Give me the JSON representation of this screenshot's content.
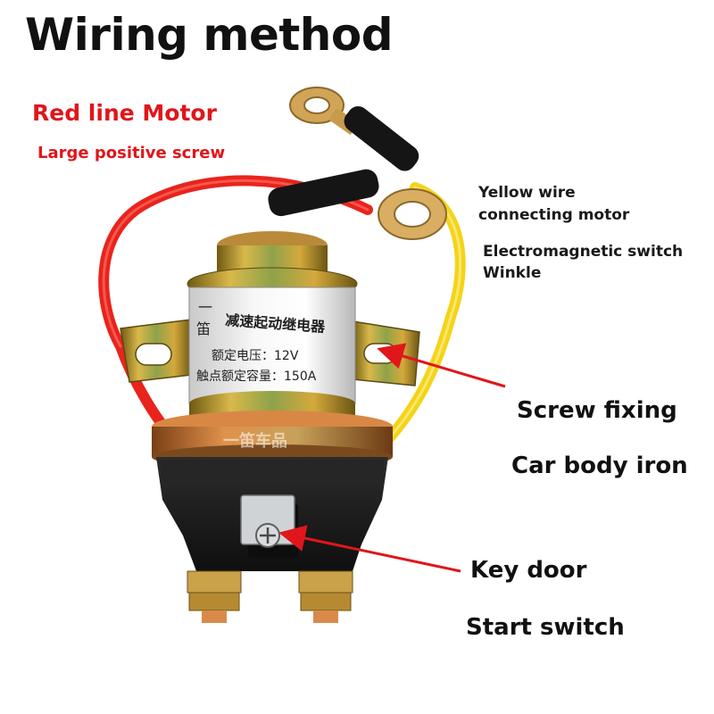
{
  "title": "Wiring method",
  "labels": {
    "red_line_motor": "Red line Motor",
    "large_positive_screw": "Large positive screw",
    "yellow_wire_line1": "Yellow wire",
    "yellow_wire_line2": "connecting motor",
    "electromagnetic_line1": "Electromagnetic switch",
    "electromagnetic_line2": "Winkle",
    "screw_fixing": "Screw fixing",
    "car_body_iron": "Car body iron",
    "key_door": "Key door",
    "start_switch": "Start switch"
  },
  "product_label": {
    "brand_char_1": "一",
    "brand_char_2": "笛",
    "name": "减速起动继电器",
    "rated_voltage": "额定电压：12V",
    "rated_capacity": "触点额定容量：150A"
  },
  "watermark": "一笛车品",
  "colors": {
    "title": "#111111",
    "red_text": "#e0161b",
    "arrow": "#e0161b",
    "red_wire": "#e8241d",
    "yellow_wire": "#f4d41a",
    "brass": "#c9a23a",
    "black_base": "#1b1b1b"
  }
}
